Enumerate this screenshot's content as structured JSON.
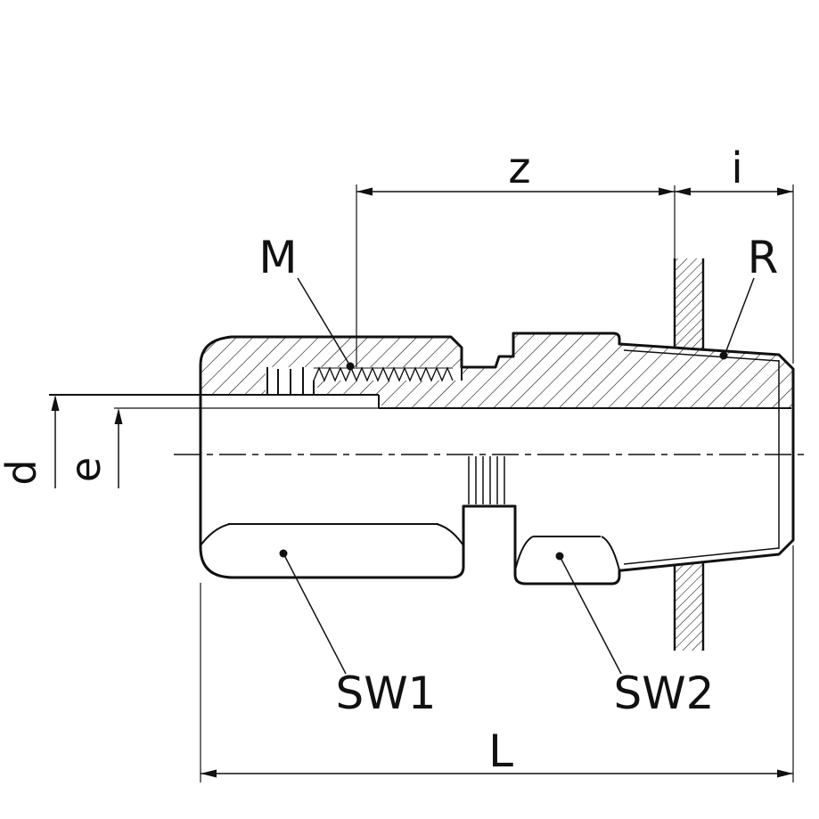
{
  "page": {
    "background_color": "#ffffff",
    "line_color": "#111111"
  },
  "drawing": {
    "type": "technical-drawing-section-view",
    "labels": {
      "z": "z",
      "i": "i",
      "thread": "M",
      "taper_thread": "R",
      "tube_diameter": "d",
      "bore_diameter": "e",
      "wrench_size_1": "SW1",
      "wrench_size_2": "SW2",
      "overall_length": "L"
    }
  }
}
